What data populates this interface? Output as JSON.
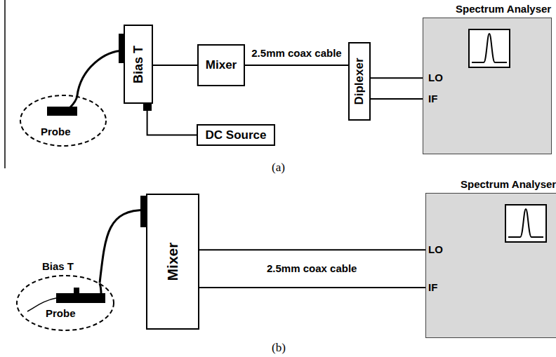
{
  "diagram": {
    "nodes": [
      {
        "text": [
          "Probe"
        ]
      },
      {
        "text": [
          "Bias T"
        ]
      },
      {
        "text": [
          "DC Source"
        ]
      },
      {
        "text": [
          "Mixer"
        ]
      },
      {
        "text": [
          "Diplexer"
        ]
      },
      {
        "text": [
          "Spectrum Analyser"
        ]
      },
      {
        "text": [
          "Probe"
        ]
      },
      {
        "text": [
          "Mixer"
        ]
      },
      {
        "text": [
          "Spectrum Analyser"
        ]
      }
    ],
    "edges": [
      {
        "from": 0,
        "to": 1,
        "arrow": "none"
      },
      {
        "from": 1,
        "to": 3,
        "arrow": "none"
      },
      {
        "from": 1,
        "to": 2,
        "arrow": "none"
      },
      {
        "from": 3,
        "to": 4,
        "label": "2.5mm coax cable",
        "arrow": "none"
      },
      {
        "from": 4,
        "to": 5,
        "arrow": "none"
      },
      {
        "from": 4,
        "to": 5,
        "arrow": "none"
      },
      {
        "from": 6,
        "to": 7,
        "arrow": "none"
      },
      {
        "from": 7,
        "to": 8,
        "arrow": "none"
      },
      {
        "from": 7,
        "to": 8,
        "arrow": "none"
      }
    ],
    "labels": [
      "LO",
      "IF",
      "(a)",
      "Bias T",
      "2.5mm coax cable",
      "LO",
      "IF",
      "(b)"
    ]
  }
}
